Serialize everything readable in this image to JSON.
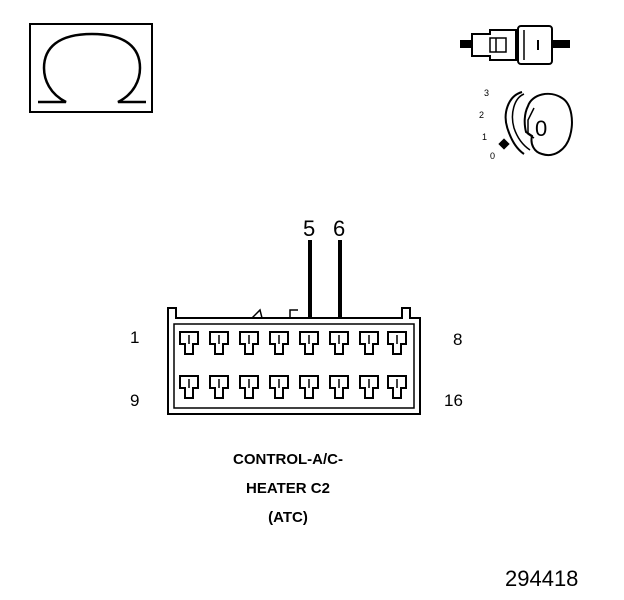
{
  "icons": {
    "ohm": "ohmmeter-symbol-icon",
    "connector": "connector-plug-icon",
    "ignition": "ignition-key-icon"
  },
  "ignition": {
    "positions": [
      "3",
      "2",
      "1",
      "0"
    ],
    "key_label": "0"
  },
  "connector": {
    "pin_labels": {
      "top_left": "1",
      "top_right": "8",
      "bottom_left": "9",
      "bottom_right": "16"
    },
    "probe_pins": [
      "5",
      "6"
    ],
    "caption": [
      "CONTROL-A/C-",
      "HEATER C2",
      "(ATC)"
    ]
  },
  "figure_number": "294418"
}
